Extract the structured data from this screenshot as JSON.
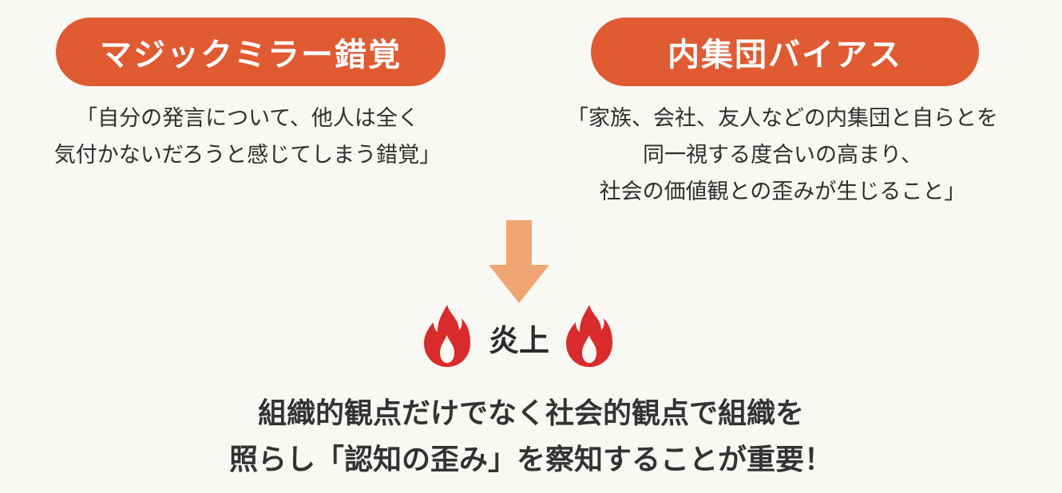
{
  "left": {
    "title": "マジックミラー錯覚",
    "description": [
      "「自分の発言について、他人は全く",
      "気付かないだろうと感じてしまう錯覚」"
    ]
  },
  "right": {
    "title": "内集団バイアス",
    "description": [
      "「家族、会社、友人などの内集団と自らとを",
      "同一視する度合いの高まり、",
      "社会の価値観との歪みが生じること」"
    ]
  },
  "center": {
    "result_label": "炎上",
    "icons": [
      "arrow-down-icon",
      "flame-icon",
      "flame-icon"
    ]
  },
  "conclusion": [
    "組織的観点だけでなく社会的観点で組織を",
    "照らし「認知の歪み」を察知することが重要！"
  ],
  "colors": {
    "pill": "#e05a32",
    "arrow": "#f0a673",
    "flame": "#d92b2b",
    "background": "#f9f8f4"
  }
}
